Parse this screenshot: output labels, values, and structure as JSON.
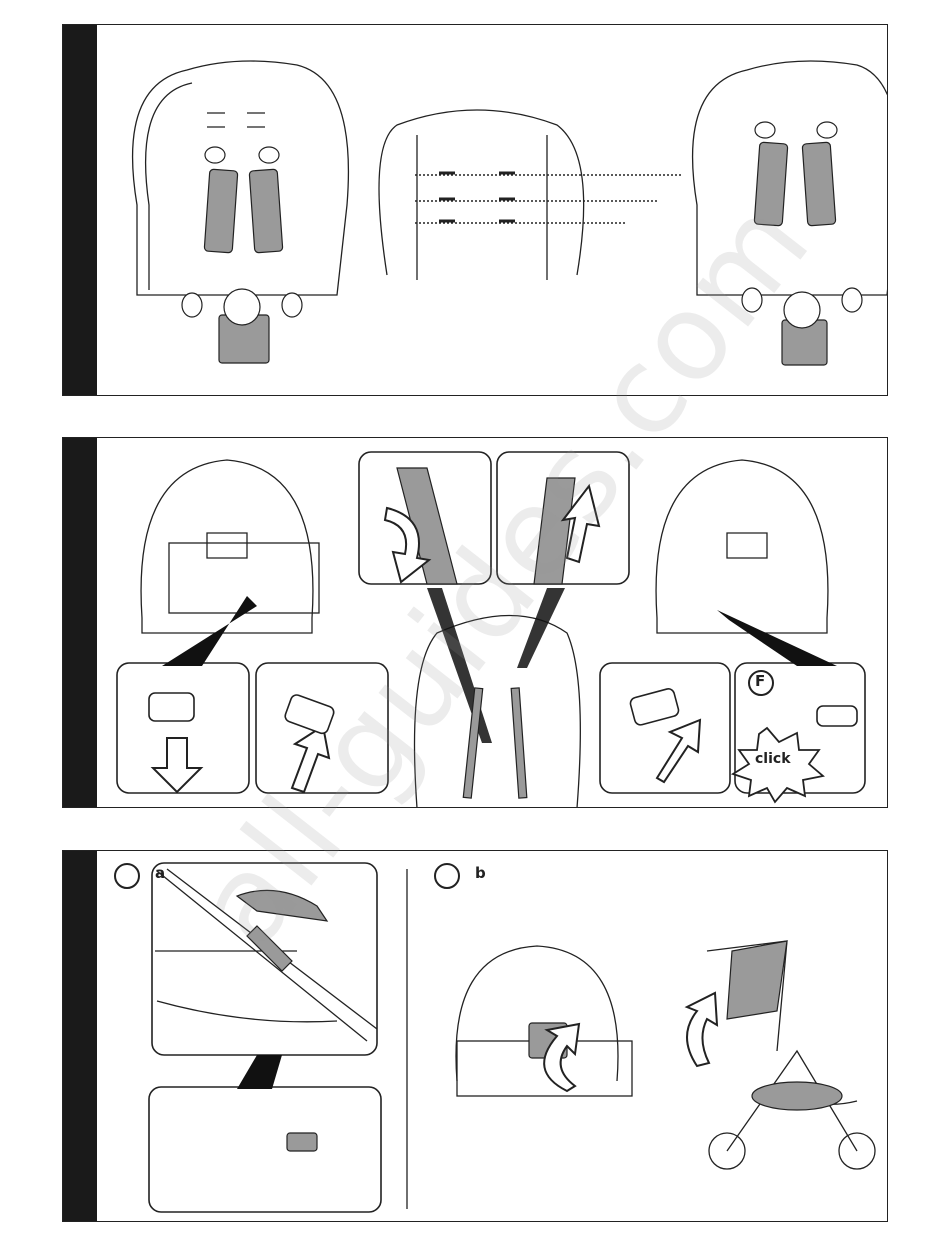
{
  "watermark": "all-guides.com",
  "panel2": {
    "callout_letter": "F",
    "click_label": "click"
  },
  "panel3": {
    "label_a": "a",
    "label_b": "b"
  },
  "colors": {
    "strap": "#9a9a9a",
    "tab": "#1a1a1a",
    "line": "#222222"
  },
  "icons": [
    "arrow-down-icon",
    "arrow-up-icon",
    "curved-arrow-icon",
    "click-burst-icon"
  ]
}
